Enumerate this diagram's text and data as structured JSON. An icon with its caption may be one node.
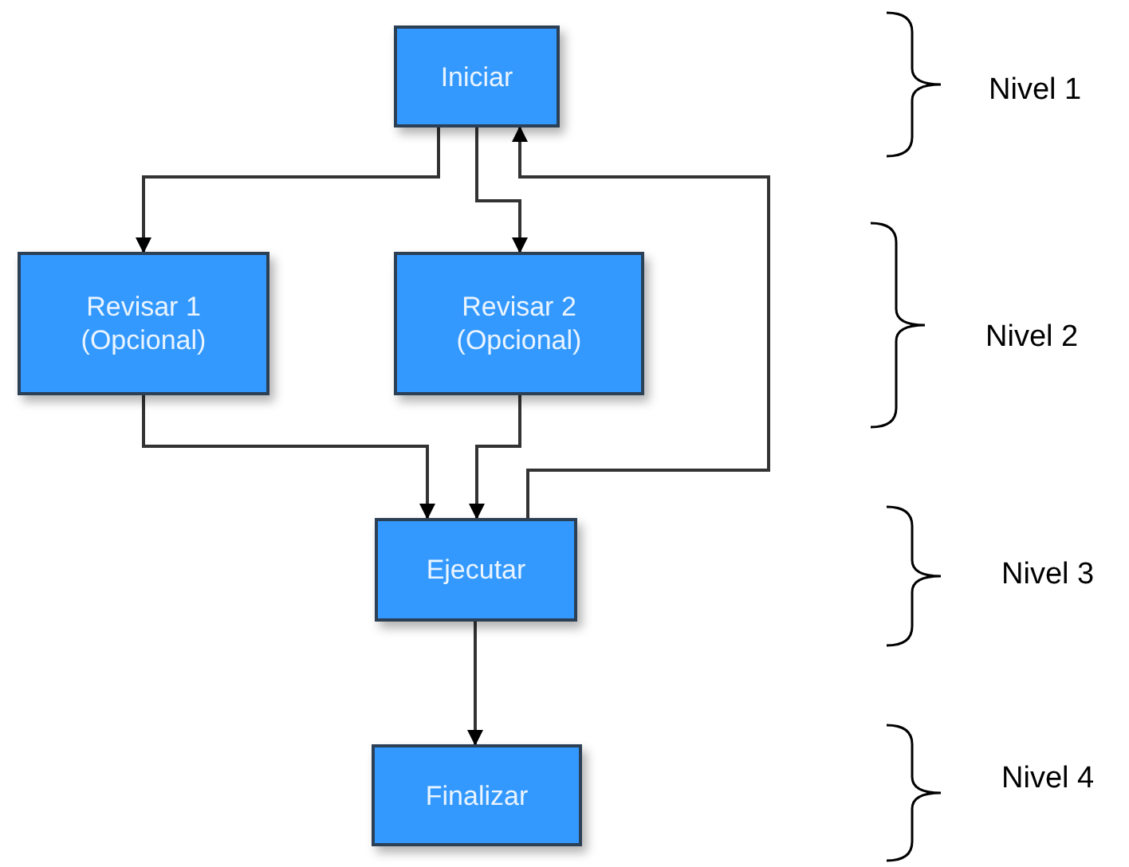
{
  "diagram": {
    "nodes": [
      {
        "text": [
          "Iniciar"
        ]
      },
      {
        "text": [
          "Revisar 1 (Opcional)"
        ]
      },
      {
        "text": [
          "Revisar 2 (Opcional)"
        ]
      },
      {
        "text": [
          "Ejecutar"
        ]
      },
      {
        "text": [
          "Finalizar"
        ]
      }
    ],
    "edges": [
      {
        "from": 0,
        "to": 1,
        "arrow": "to"
      },
      {
        "from": 0,
        "to": 2,
        "arrow": "to"
      },
      {
        "from": 1,
        "to": 3,
        "arrow": "to"
      },
      {
        "from": 2,
        "to": 3,
        "arrow": "to"
      },
      {
        "from": 3,
        "to": 0,
        "arrow": "to"
      },
      {
        "from": 3,
        "to": 4,
        "arrow": "to"
      }
    ],
    "labels": [
      "Nivel 1",
      "Nivel 2",
      "Nivel 3",
      "Nivel 4"
    ]
  }
}
